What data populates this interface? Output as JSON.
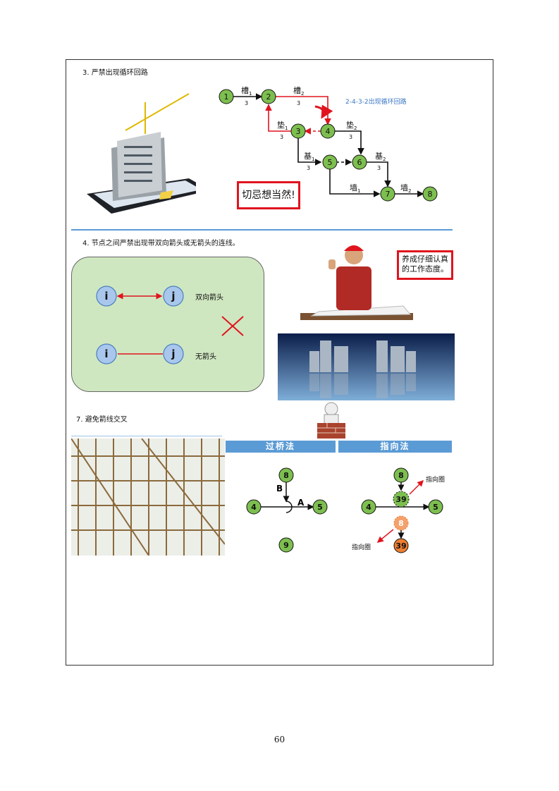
{
  "section3": {
    "heading": "3.  严禁出现循环回路",
    "loop_note": "2-4-3-2出现循环回路",
    "warning": "切忌想当然!",
    "nodes": [
      "1",
      "2",
      "3",
      "4",
      "5",
      "6",
      "7",
      "8"
    ],
    "edges": [
      {
        "label": "槽",
        "sub": "1",
        "dur": "3"
      },
      {
        "label": "槽",
        "sub": "2",
        "dur": "3"
      },
      {
        "label": "垫",
        "sub": "1",
        "dur": "3"
      },
      {
        "label": "垫",
        "sub": "2",
        "dur": "3"
      },
      {
        "label": "基",
        "sub": "1",
        "dur": "3"
      },
      {
        "label": "基",
        "sub": "2",
        "dur": "3"
      },
      {
        "label": "墙",
        "sub": "1",
        "dur": ""
      },
      {
        "label": "墙",
        "sub": "2",
        "dur": ""
      }
    ]
  },
  "section4": {
    "heading": "4.  节点之间严禁出现带双向箭头或无箭头的连线。",
    "node_i": "i",
    "node_j": "j",
    "label_bidirectional": "双向箭头",
    "label_no_arrow": "无箭头",
    "attitude_note": "养成仔细认真的工作态度。"
  },
  "section7": {
    "heading": "7.  避免箭线交叉",
    "method_bridge": "过桥法",
    "method_pointer": "指向法",
    "bridge": {
      "top": "8",
      "bottom": "9",
      "left": "4",
      "right": "5",
      "vertical_label": "B",
      "horizontal_label": "A"
    },
    "pointer": {
      "top_node": "8",
      "circle_node": "39",
      "left": "4",
      "right": "5",
      "lower_circle": "8",
      "lower_node": "39",
      "pointer_label": "指向圈"
    }
  },
  "page_number": "60",
  "colors": {
    "node_green": "#7dbf4f",
    "warn_red": "#e0141e",
    "accent_blue": "#5b9bd5",
    "orange": "#ee7d31"
  }
}
